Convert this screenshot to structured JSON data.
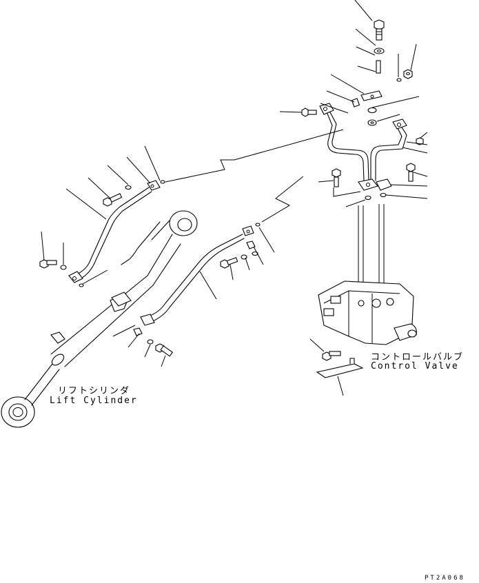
{
  "labels": {
    "lift_cylinder_jp": "リフトシリンダ",
    "lift_cylinder_en": "Lift Cylinder",
    "control_valve_jp": "コントロールバルブ",
    "control_valve_en": "Control Valve"
  },
  "figure_code": "PT2A068"
}
